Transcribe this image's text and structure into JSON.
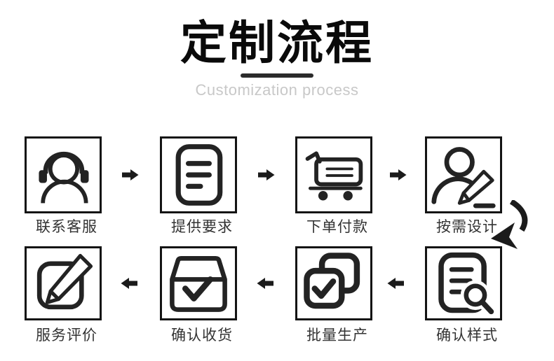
{
  "page": {
    "title": "定制流程",
    "subtitle": "Customization process"
  },
  "steps": [
    {
      "label": "联系客服",
      "icon": "headset-agent-icon"
    },
    {
      "label": "提供要求",
      "icon": "document-lines-icon"
    },
    {
      "label": "下单付款",
      "icon": "shopping-cart-icon"
    },
    {
      "label": "按需设计",
      "icon": "person-pencil-icon"
    },
    {
      "label": "确认样式",
      "icon": "document-magnifier-icon"
    },
    {
      "label": "批量生产",
      "icon": "stacked-checkbox-icon"
    },
    {
      "label": "确认收货",
      "icon": "package-check-icon"
    },
    {
      "label": "服务评价",
      "icon": "pencil-square-icon"
    }
  ],
  "flow": {
    "order": [
      "联系客服",
      "提供要求",
      "下单付款",
      "按需设计",
      "确认样式",
      "批量生产",
      "确认收货",
      "服务评价"
    ],
    "connector_icon": "solid-block-arrow",
    "wrap_connector_icon": "curved-swoosh-arrow"
  },
  "colors": {
    "background": "#ffffff",
    "ink": "#1e1e1e",
    "title": "#0a0a0a",
    "title_underline": "#2b2b2b",
    "subtitle": "#c8c8c8",
    "label": "#333333",
    "box_border": "#141414"
  }
}
